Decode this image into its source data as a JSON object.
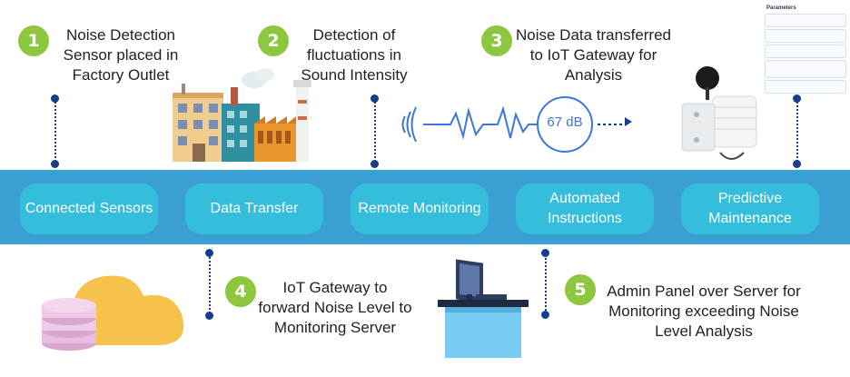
{
  "steps": [
    {
      "num": "1",
      "text": "Noise Detection Sensor placed in Factory Outlet"
    },
    {
      "num": "2",
      "text": "Detection of fluctuations in Sound Intensity"
    },
    {
      "num": "3",
      "text": "Noise Data transferred to IoT Gateway for Analysis"
    },
    {
      "num": "4",
      "text": "IoT Gateway to forward Noise Level to Monitoring Server"
    },
    {
      "num": "5",
      "text": "Admin Panel over Server for Monitoring exceeding Noise Level Analysis"
    }
  ],
  "band": {
    "pills": [
      "Connected Sensors",
      "Data Transfer",
      "Remote Monitoring",
      "Automated Instructions",
      "Predictive Maintenance"
    ]
  },
  "wave": {
    "reading": "67 dB"
  },
  "parameters_panel": {
    "title": "Parameters"
  },
  "colors": {
    "band": "#3aa0d3",
    "pill": "#35bedc",
    "badge": "#8dc63f",
    "wave": "#3b78d8",
    "connector": "#153e8c"
  },
  "icons": [
    "factory-icon",
    "sound-wave-icon",
    "iot-sensor-icon",
    "cloud-database-icon",
    "computer-desk-icon"
  ]
}
